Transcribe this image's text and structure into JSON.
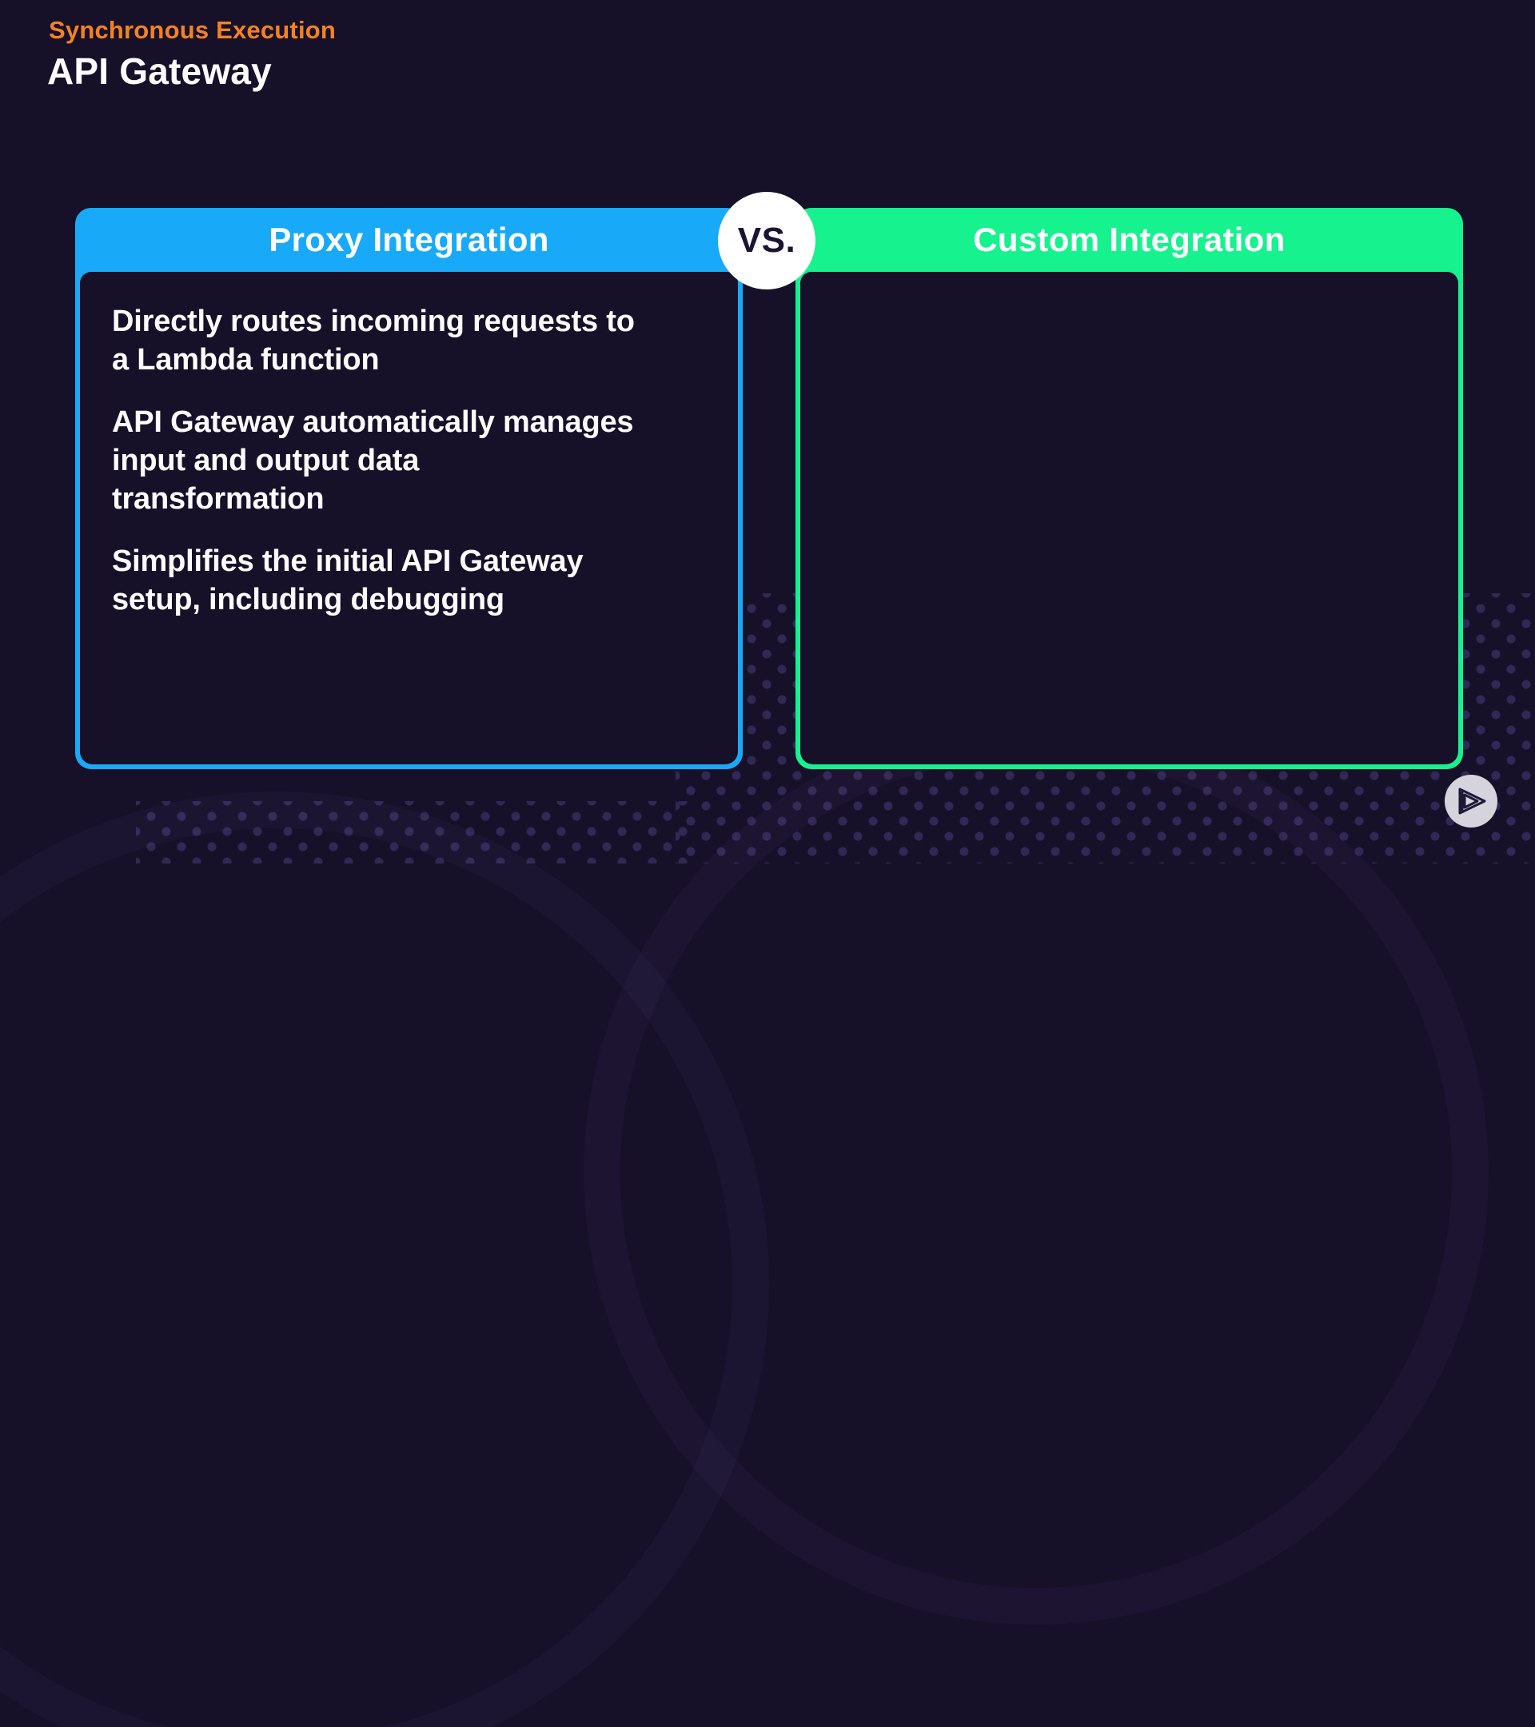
{
  "colors": {
    "background": "#171029",
    "accent_orange": "#f48221",
    "accent_blue": "#18aaf9",
    "accent_green": "#15f28e",
    "text_white": "#ffffff",
    "dark_navy": "#1b1433",
    "logo_circle": "#d5d3dc"
  },
  "header": {
    "eyebrow": "Synchronous Execution",
    "title": "API Gateway"
  },
  "comparison": {
    "vs_label": "VS.",
    "left": {
      "title": "Proxy Integration",
      "points": [
        "Directly routes incoming requests to\na Lambda function",
        "API Gateway automatically manages\ninput and output data\ntransformation",
        "Simplifies the initial API Gateway\nsetup, including debugging"
      ]
    },
    "right": {
      "title": "Custom Integration",
      "points": []
    }
  }
}
